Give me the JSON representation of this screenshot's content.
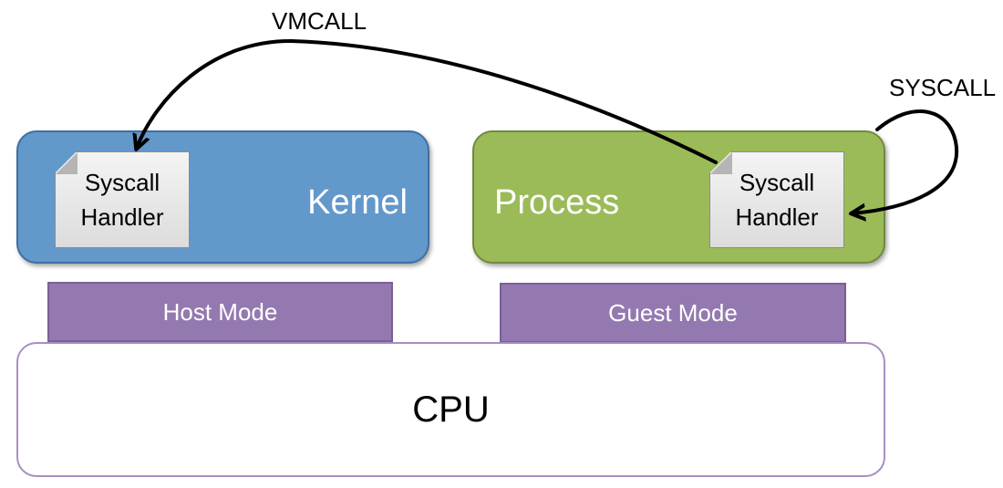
{
  "labels": {
    "vmcall": "VMCALL",
    "syscall": "SYSCALL"
  },
  "kernel": {
    "title": "Kernel",
    "handler_line1": "Syscall",
    "handler_line2": "Handler",
    "color": "#6398cb"
  },
  "process": {
    "title": "Process",
    "handler_line1": "Syscall",
    "handler_line2": "Handler",
    "color": "#9bbb59"
  },
  "modes": {
    "host": "Host Mode",
    "guest": "Guest Mode",
    "color": "#9479b0"
  },
  "cpu": {
    "label": "CPU",
    "border_color": "#a88ec4"
  }
}
